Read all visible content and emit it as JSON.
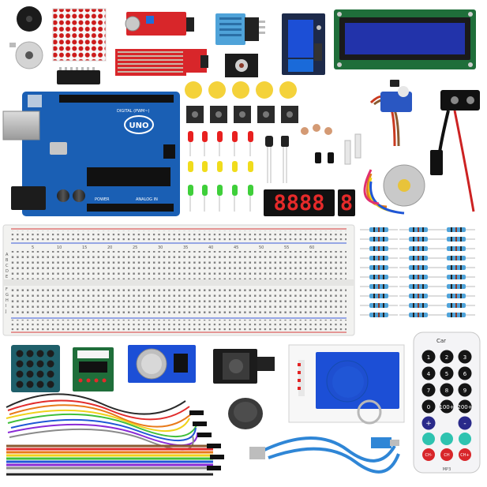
{
  "photo": {
    "board_label": "UNO",
    "board_brand": "DIGITAL (PWM~)",
    "board_power_label": "POWER",
    "board_analog_label": "ANALOG IN",
    "breadboard_numbers": [
      "5",
      "10",
      "15",
      "20",
      "25",
      "30",
      "35",
      "40",
      "45",
      "50",
      "55",
      "60"
    ],
    "breadboard_rows_top": [
      "A",
      "B",
      "C",
      "D",
      "E"
    ],
    "breadboard_rows_bottom": [
      "F",
      "G",
      "H",
      "I",
      "J"
    ],
    "remote_buttons": [
      "1",
      "2",
      "3",
      "4",
      "5",
      "6",
      "7",
      "8",
      "9",
      "0",
      "100+",
      "200+",
      "+",
      "-",
      "CH-",
      "CH",
      "CH+"
    ],
    "remote_brand": "Car",
    "remote_model": "MP3",
    "colors": {
      "board_blue": "#1a5fb4",
      "breadboard": "#f2f2f0",
      "lcd_blue": "#2233aa",
      "pcb_green": "#1f6e3a",
      "relay_blue": "#1c4fd6",
      "module_red": "#d8262a"
    }
  }
}
